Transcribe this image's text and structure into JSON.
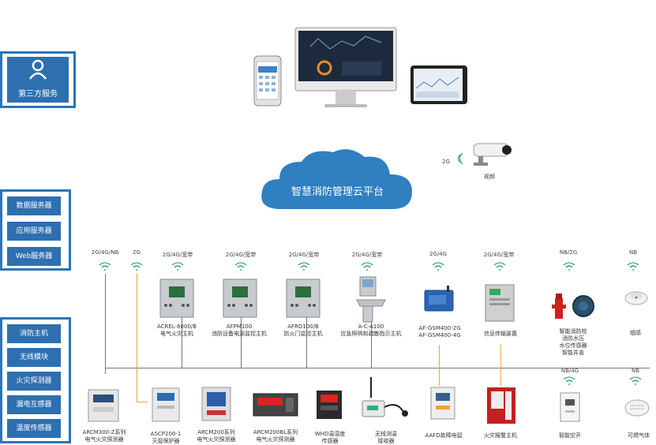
{
  "third_party": {
    "label": "第三方服务"
  },
  "cloud": {
    "label": "智慧消防管理云平台"
  },
  "camera": {
    "signal": "2G",
    "label": "视频"
  },
  "server_panel": [
    "数据服务器",
    "应用服务器",
    "Web服务器"
  ],
  "device_panel": [
    "消防主机",
    "无线模块",
    "火灾探测器",
    "漏电互感器",
    "温度传感器"
  ],
  "top_devices": [
    {
      "network": "2G/4G/NB",
      "label": ""
    },
    {
      "network": "2G",
      "label": ""
    },
    {
      "network": "2G/4G/宽带",
      "label": "ACREL-6000/B\n电气火灾主机"
    },
    {
      "network": "2G/4G/宽带",
      "label": "AFPM100\n消防设备电源监控主机"
    },
    {
      "network": "2G/4G/宽带",
      "label": "AFRD100/B\n防火门监控主机"
    },
    {
      "network": "2G/4G/宽带",
      "label": "A-C-A100\n应急照明和疏散指示主机"
    },
    {
      "network": "2G/4G",
      "label": "AF-GSM400-2G\nAF-GSM400-4G"
    },
    {
      "network": "2G/4G/宽带",
      "label": "信息传输装置"
    },
    {
      "network": "NB/2G",
      "label": "智能消防栓\n消防水压\n水位传感器\n智能井盖"
    },
    {
      "network": "NB",
      "label": "烟感"
    }
  ],
  "bottom_devices": [
    {
      "network": "",
      "label": "ARCM300-Z系列\n电气火灾探测器"
    },
    {
      "network": "",
      "label": "ASCP200-1\n灭弧保护器"
    },
    {
      "network": "",
      "label": "ARCM200系列\n电气火灾探测器"
    },
    {
      "network": "",
      "label": "ARCM200BL系列\n电气火灾探测器"
    },
    {
      "network": "",
      "label": "WHD温湿度\n传感器"
    },
    {
      "network": "",
      "label": "无线测温\n接收器"
    },
    {
      "network": "",
      "label": "AAFD故障电弧"
    },
    {
      "network": "",
      "label": "火灾报警主机"
    },
    {
      "network": "NB/4G",
      "label": "智能空开"
    },
    {
      "network": "NB",
      "label": "可燃气体"
    }
  ],
  "colors": {
    "panel_border": "#2c74b8",
    "panel_button": "#2e6fb0",
    "cloud": "#2f7fc1",
    "link_orange": "#f0a040",
    "wifi": "#3aa87a"
  }
}
